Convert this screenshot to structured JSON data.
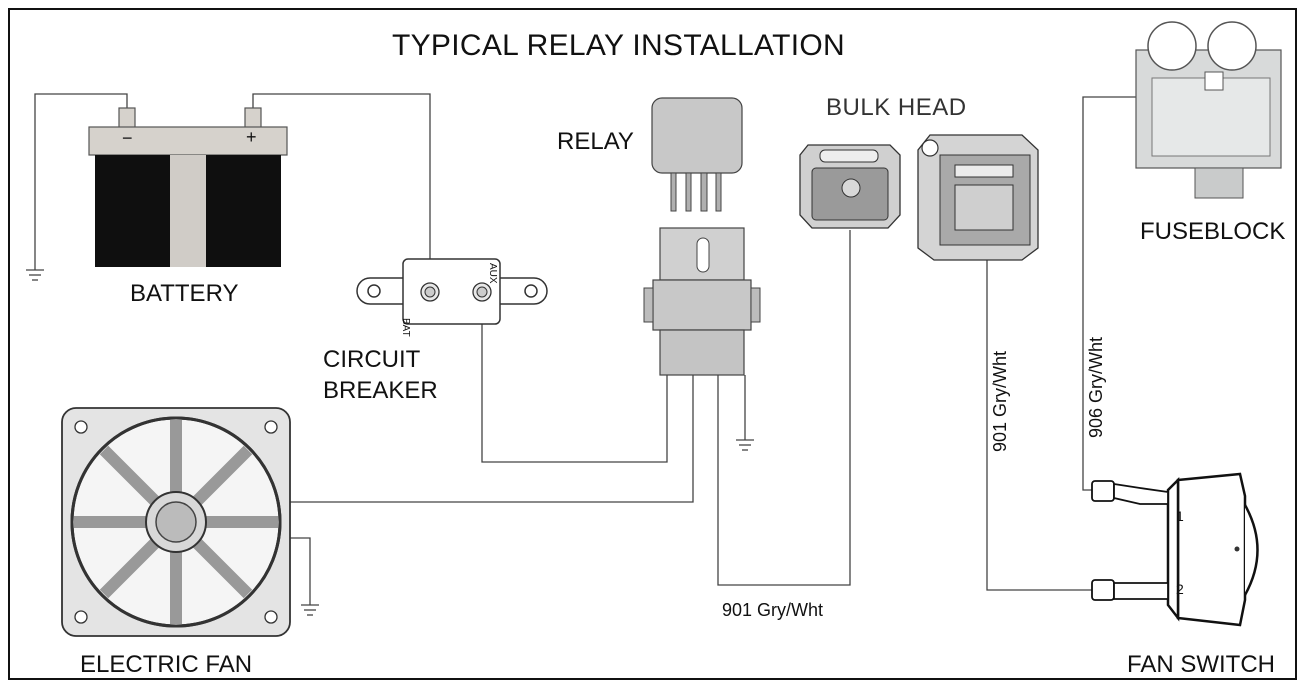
{
  "title": "TYPICAL RELAY INSTALLATION",
  "components": {
    "battery": "BATTERY",
    "relay": "RELAY",
    "bulkhead": "BULK HEAD",
    "fuseblock": "FUSEBLOCK",
    "circuit_breaker_line1": "CIRCUIT",
    "circuit_breaker_line2": "BREAKER",
    "electric_fan": "ELECTRIC FAN",
    "fan_switch": "FAN SWITCH"
  },
  "terminals": {
    "battery_negative": "−",
    "battery_positive": "+",
    "breaker_bat": "BAT",
    "breaker_aux": "AUX",
    "switch_pin_1": "1",
    "switch_pin_2": "2"
  },
  "wires": {
    "relay_to_bulkhead": "901 Gry/Wht",
    "bulkhead_to_switch": "901 Gry/Wht",
    "fuseblock_to_switch": "906 Gry/Wht"
  }
}
